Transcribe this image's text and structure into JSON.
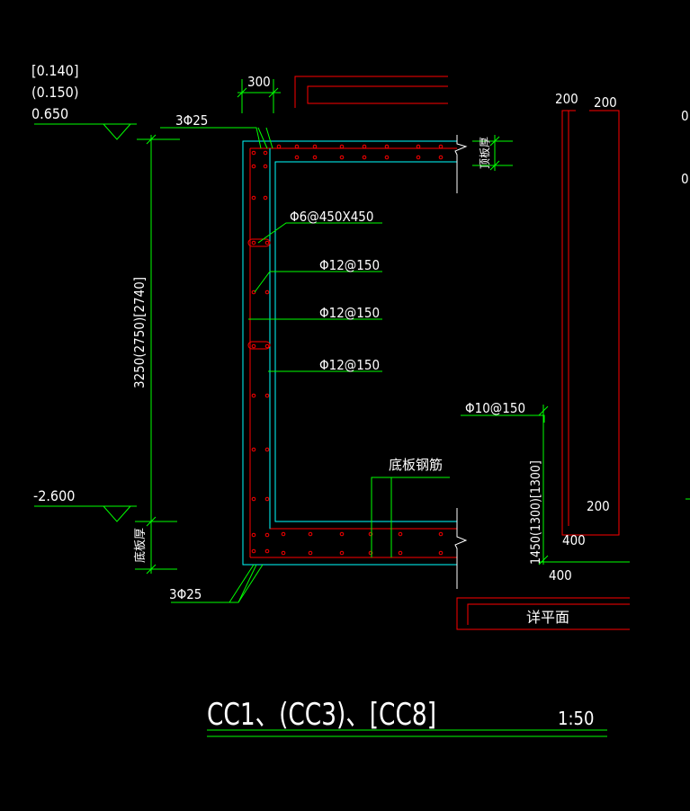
{
  "elevations": {
    "top_line1": "[0.140]",
    "top_line2": "(0.150)",
    "top_line3": "0.650",
    "bottom": "-2.600"
  },
  "dimensions": {
    "wall_thickness": "300",
    "height": "3250(2750)[2740]",
    "slab_depth": "1450(1300)[1300]",
    "right_top_left": "200",
    "right_top_right": "200",
    "right_bottom_200": "200",
    "right_bottom_400a": "400",
    "right_bottom_400b": "400"
  },
  "rebar_labels": {
    "top_bars": "3Φ25",
    "bottom_bars": "3Φ25",
    "stirrup": "Φ6@450X450",
    "horizontal1": "Φ12@150",
    "horizontal2": "Φ12@150",
    "horizontal3": "Φ12@150",
    "slab_rebar": "Φ10@150"
  },
  "annotations": {
    "slab_rebar_note": "底板钢筋",
    "top_slab_thickness": "顶板厚",
    "bottom_slab_thickness": "底板厚",
    "detail_plan": "详平面"
  },
  "title": {
    "main": "CC1、(CC3)、[CC8]",
    "scale": "1:50"
  },
  "right_edge": {
    "partial1": "0",
    "partial2": "0"
  },
  "colors": {
    "background": "#000000",
    "dimension_line": "#00ff00",
    "concrete_outline": "#ff0000",
    "inner_outline": "#00ffff",
    "text": "#ffffff"
  }
}
